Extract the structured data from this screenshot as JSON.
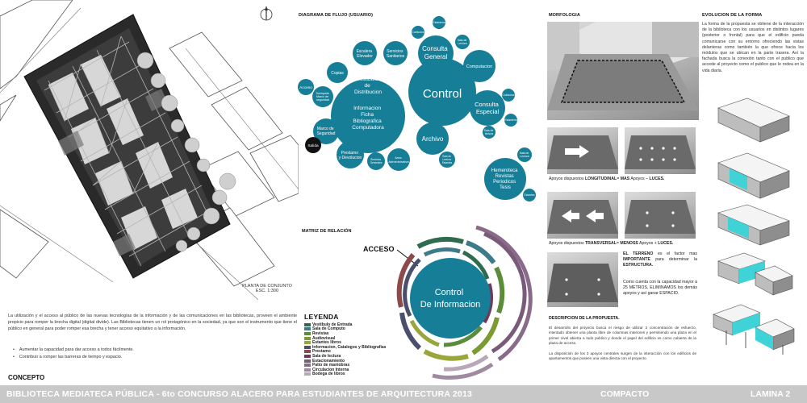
{
  "site_plan": {
    "caption": "PLANTA DE CONJUNTO",
    "scale": "ESC. 1:300"
  },
  "concept": {
    "paragraph": "La utilización y el acceso al público de las nuevas tecnologías de la información y de las comunicaciones en las bibliotecas, proveen el ambiente propicio para romper la brecha digital (digital divide). Las Bibliotecas tienen un rol protagónico en la sociedad, ya que son el instrumento que tiene el público en general para poder romper esa brecha y tener acceso equitativo a la información.",
    "bullets": [
      "Aumentar la capacidad para dar acceso a todos fácilmente.",
      "Contribuir a romper las barreras de tiempo y espacio."
    ],
    "title": "CONCEPTO"
  },
  "flow_diagram": {
    "title": "DIAGRAMA DE FLUJO (USUARIO)",
    "bubbles": {
      "control": "Control",
      "vestibulo": [
        "Vestibulo",
        "de",
        "Distribucion"
      ],
      "informacion": [
        "Informacion",
        "Ficha",
        "Bibliografica",
        "Computadora"
      ],
      "consulta_general": [
        "Consulta",
        "General"
      ],
      "computacion": "Computacion",
      "consulta_especial": [
        "Consulta",
        "Especial"
      ],
      "archivo": "Archivo",
      "hemeroteca": [
        "Hemeroteca",
        "Revistas",
        "Periodicos",
        "Tesis"
      ],
      "copias": "Copias",
      "escalera": [
        "Escalera",
        "Elevador"
      ],
      "servicios": [
        "Servicios",
        "Sanitarios"
      ],
      "acceso": "Acceso",
      "torniquete": [
        "Torniquete",
        "Marco de",
        "seguridad"
      ],
      "marco": [
        "Marco de",
        "Seguridad"
      ],
      "salida": "Salida",
      "prestamo": [
        "Prestamo",
        "y Devolucion"
      ],
      "area_admin": [
        "Area",
        "Administrativa"
      ],
      "servicios_small": [
        "Servicios",
        "Generales"
      ],
      "cubiculos_1": "Cubiculos",
      "estanteria_1": "Estanteria",
      "sala_lectura_1": [
        "Sala de",
        "Lectura"
      ],
      "cubiculos_2": "Cubiculos",
      "estanteria_2": "Estanteria",
      "sala_lectura_2": [
        "Sala de",
        "lectura"
      ],
      "sala_lectura_3": [
        "Sala de",
        "Lectura"
      ],
      "sala_lectura_archivo": [
        "Sala de",
        "Lectura",
        "Estantes"
      ],
      "estantes": "Estantes"
    }
  },
  "matrix": {
    "title": "MATRIZ DE RELACIÓN",
    "center": [
      "Control",
      "De Informacion"
    ],
    "acceso": "ACCESO"
  },
  "legend": {
    "title": "LEYENDA",
    "items": [
      {
        "label": "Vestibulo de Entrada",
        "color": "#2e6b4f"
      },
      {
        "label": "Sala de Computo",
        "color": "#3d7a8a"
      },
      {
        "label": "Revistas",
        "color": "#5a8c3a"
      },
      {
        "label": "Audiovisual",
        "color": "#7a9a32"
      },
      {
        "label": "Estantes libros",
        "color": "#9aa63a"
      },
      {
        "label": "Informacion, Catalogos y Bibliografias",
        "color": "#4a4f6e"
      },
      {
        "label": "Prestamo",
        "color": "#8c4a4a"
      },
      {
        "label": "Sala de lectura",
        "color": "#6e3a5a"
      },
      {
        "label": "Estacionamiento",
        "color": "#7a5a7a"
      },
      {
        "label": "Patio de maniobras",
        "color": "#8a6a8a"
      },
      {
        "label": "Circulacion Interna",
        "color": "#a08aa0"
      },
      {
        "label": "Bodega de libros",
        "color": "#b8a8b8"
      }
    ]
  },
  "morphology": {
    "title": "MORFOLOGIA",
    "long_caption": {
      "prefix": "Apoyos dispuestos ",
      "bold1": "LONGITUDINAL",
      "mid": "= ",
      "bold2": "MAS",
      "mid2": " Apoyos – ",
      "bold3": "LUCES."
    },
    "trans_caption": {
      "prefix": "Apoyos dispuestos ",
      "bold1": "TRANSVERSAL",
      "mid": "= ",
      "bold2": "MENOSS",
      "mid2": " Apoyos + ",
      "bold3": "LUCES."
    },
    "terreno": {
      "t1": "EL TERRENO",
      "t2": " es el factor mas ",
      "t3": "IMPORTANTE",
      "t4": " para determinar la ",
      "t5": "ESTRUCTURA."
    },
    "capacidad": "Como cuenta con la capacidad mayor a 25 METROS, ELIMINAMOS los demás apoyos y así ganar ESPACIO.",
    "desc_title": "DESCRIPCION DE LA PROPUESTA.",
    "desc_p1": "El desarrollo del proyecto busca el riesgo de utilizar 3 concentración de esfuerzo, intentado obtener una planta libre de columnas interiores y permitiendo una plaza en el primer nivel abierta a todo publico y donde el papel del edificio es como cubierta de la plaza de acceso.",
    "desc_p2": "La disposición de los 3 apoyos centrales surgen de la interacción con los edificios de apartamentos que poseen una vista directa con el proyecto."
  },
  "evolution": {
    "title": "EVOLUCION DE LA FORMA",
    "text": "La forma de la propuesta se obtiene de la interacción de la biblioteca con los usuarios en distintos lugares (posterior o frontal) para que el edificio pueda comunicarse con su entorno ofreciendo las vistas delanteras como también la que ofrece hacia los módulos que se ubican en la parte trasera. Así la fachada busca la conexión tanto con el publico que accede al proyecto como el publico que le rodea en la vida diaria."
  },
  "footer": {
    "title": "BIBLIOTECA MEDIATECA PÚBLICA - 6to CONCURSO ALACERO PARA ESTUDIANTES DE ARQUITECTURA 2013",
    "tipo": "COMPACTO",
    "lamina": "LAMINA 2"
  },
  "colors": {
    "teal": "#167e97",
    "teal_dark": "#0f6f86",
    "cyan_accent": "#3fd3d8",
    "footer_bg": "#c8c8c8"
  }
}
